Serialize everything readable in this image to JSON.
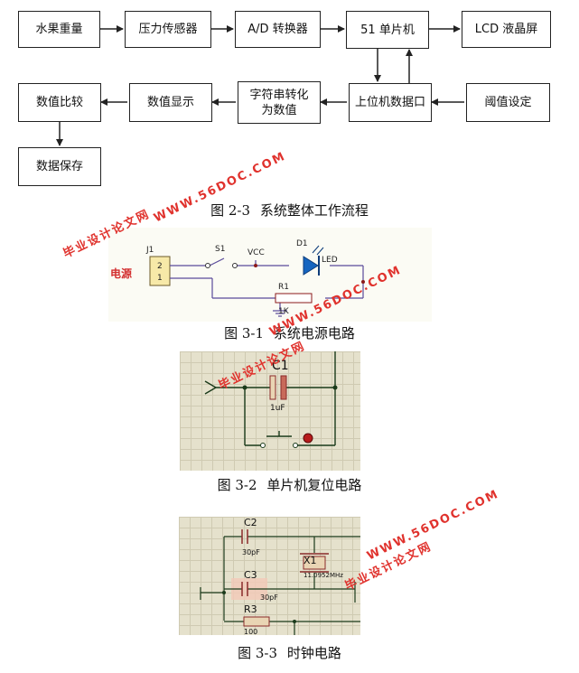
{
  "flowchart": {
    "boxes": {
      "fruit_weight": "水果重量",
      "pressure_sensor": "压力传感器",
      "ad_converter": "A/D 转换器",
      "mcu": "51 单片机",
      "lcd": "LCD 液晶屏",
      "compare": "数值比较",
      "display": "数值显示",
      "convert_line1": "字符串转化",
      "convert_line2": "为数值",
      "serial": "上位机数据口",
      "threshold": "阈值设定",
      "save": "数据保存"
    },
    "caption": {
      "number": "图 2-3",
      "title": "系统整体工作流程"
    }
  },
  "fig_power": {
    "j1": "J1",
    "pin2": "2",
    "pin1": "1",
    "label": "电源",
    "s1": "S1",
    "vcc": "VCC",
    "d1": "D1",
    "led": "LED",
    "r1": "R1",
    "r1_value": "1K",
    "caption": {
      "number": "图 3-1",
      "title": "系统电源电路"
    }
  },
  "fig_reset": {
    "c1": "C1",
    "c1_value": "1uF",
    "caption": {
      "number": "图 3-2",
      "title": "单片机复位电路"
    }
  },
  "fig_clock": {
    "c2": "C2",
    "c2_value": "30pF",
    "x1": "X1",
    "x1_value": "11.0952MHz",
    "c3": "C3",
    "c3_value": "30pF",
    "r3": "R3",
    "r3_value": "100",
    "caption": {
      "number": "图 3-3",
      "title": "时钟电路"
    }
  },
  "watermark": {
    "url": "WWW.56DOC.COM",
    "site": "毕业设计论文网"
  },
  "colors": {
    "watermark": "#e0322d",
    "led": "#1565c0",
    "grid": "#e5e1cc",
    "power_label": "#d32f2f"
  }
}
